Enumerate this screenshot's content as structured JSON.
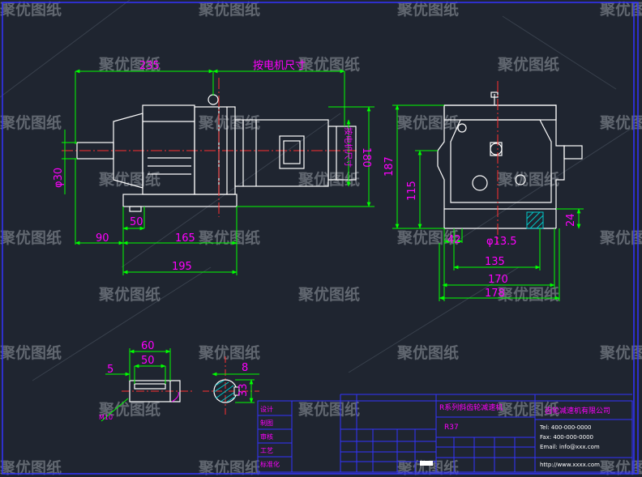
{
  "colors": {
    "background": "#1f2530",
    "geometry": "#ffffff",
    "dimension": "#00ff00",
    "dim_text": "#ff00ff",
    "centerline": "#ff3030",
    "frame": "#3333ff",
    "hatch": "#00c8c8",
    "watermark": "#6d737c"
  },
  "watermark_text": "聚优图纸",
  "front_view": {
    "dim_235": "235",
    "dim_motor_len": "按电机尺寸",
    "dim_motor_vert": "按电机尺寸",
    "dim_height": "180",
    "dim_shaft_dia": "φ30",
    "dim_50": "50",
    "dim_90": "90",
    "dim_165": "165",
    "dim_195": "195"
  },
  "side_view": {
    "dim_187": "187",
    "dim_115": "115",
    "dim_42": "42",
    "dim_hole": "φ13.5",
    "dim_24": "24",
    "dim_135": "135",
    "dim_170": "170",
    "dim_178": "178"
  },
  "shaft_detail": {
    "dim_60": "60",
    "dim_50": "50",
    "dim_5": "5",
    "thread": "M10"
  },
  "key_detail": {
    "dim_8": "8",
    "dim_33": "33"
  },
  "title_block": {
    "row_labels": [
      "设计",
      "制图",
      "审核",
      "工艺",
      "标准化"
    ],
    "drawing_title": "R系列斜齿轮减速机",
    "model": "R37",
    "company": "齿轮减速机有限公司",
    "tel": "Tel: 400-000-0000",
    "fax": "Fax: 400-000-0000",
    "email": "Email: info@xxx.com",
    "website": "http://www.xxxx.com"
  }
}
